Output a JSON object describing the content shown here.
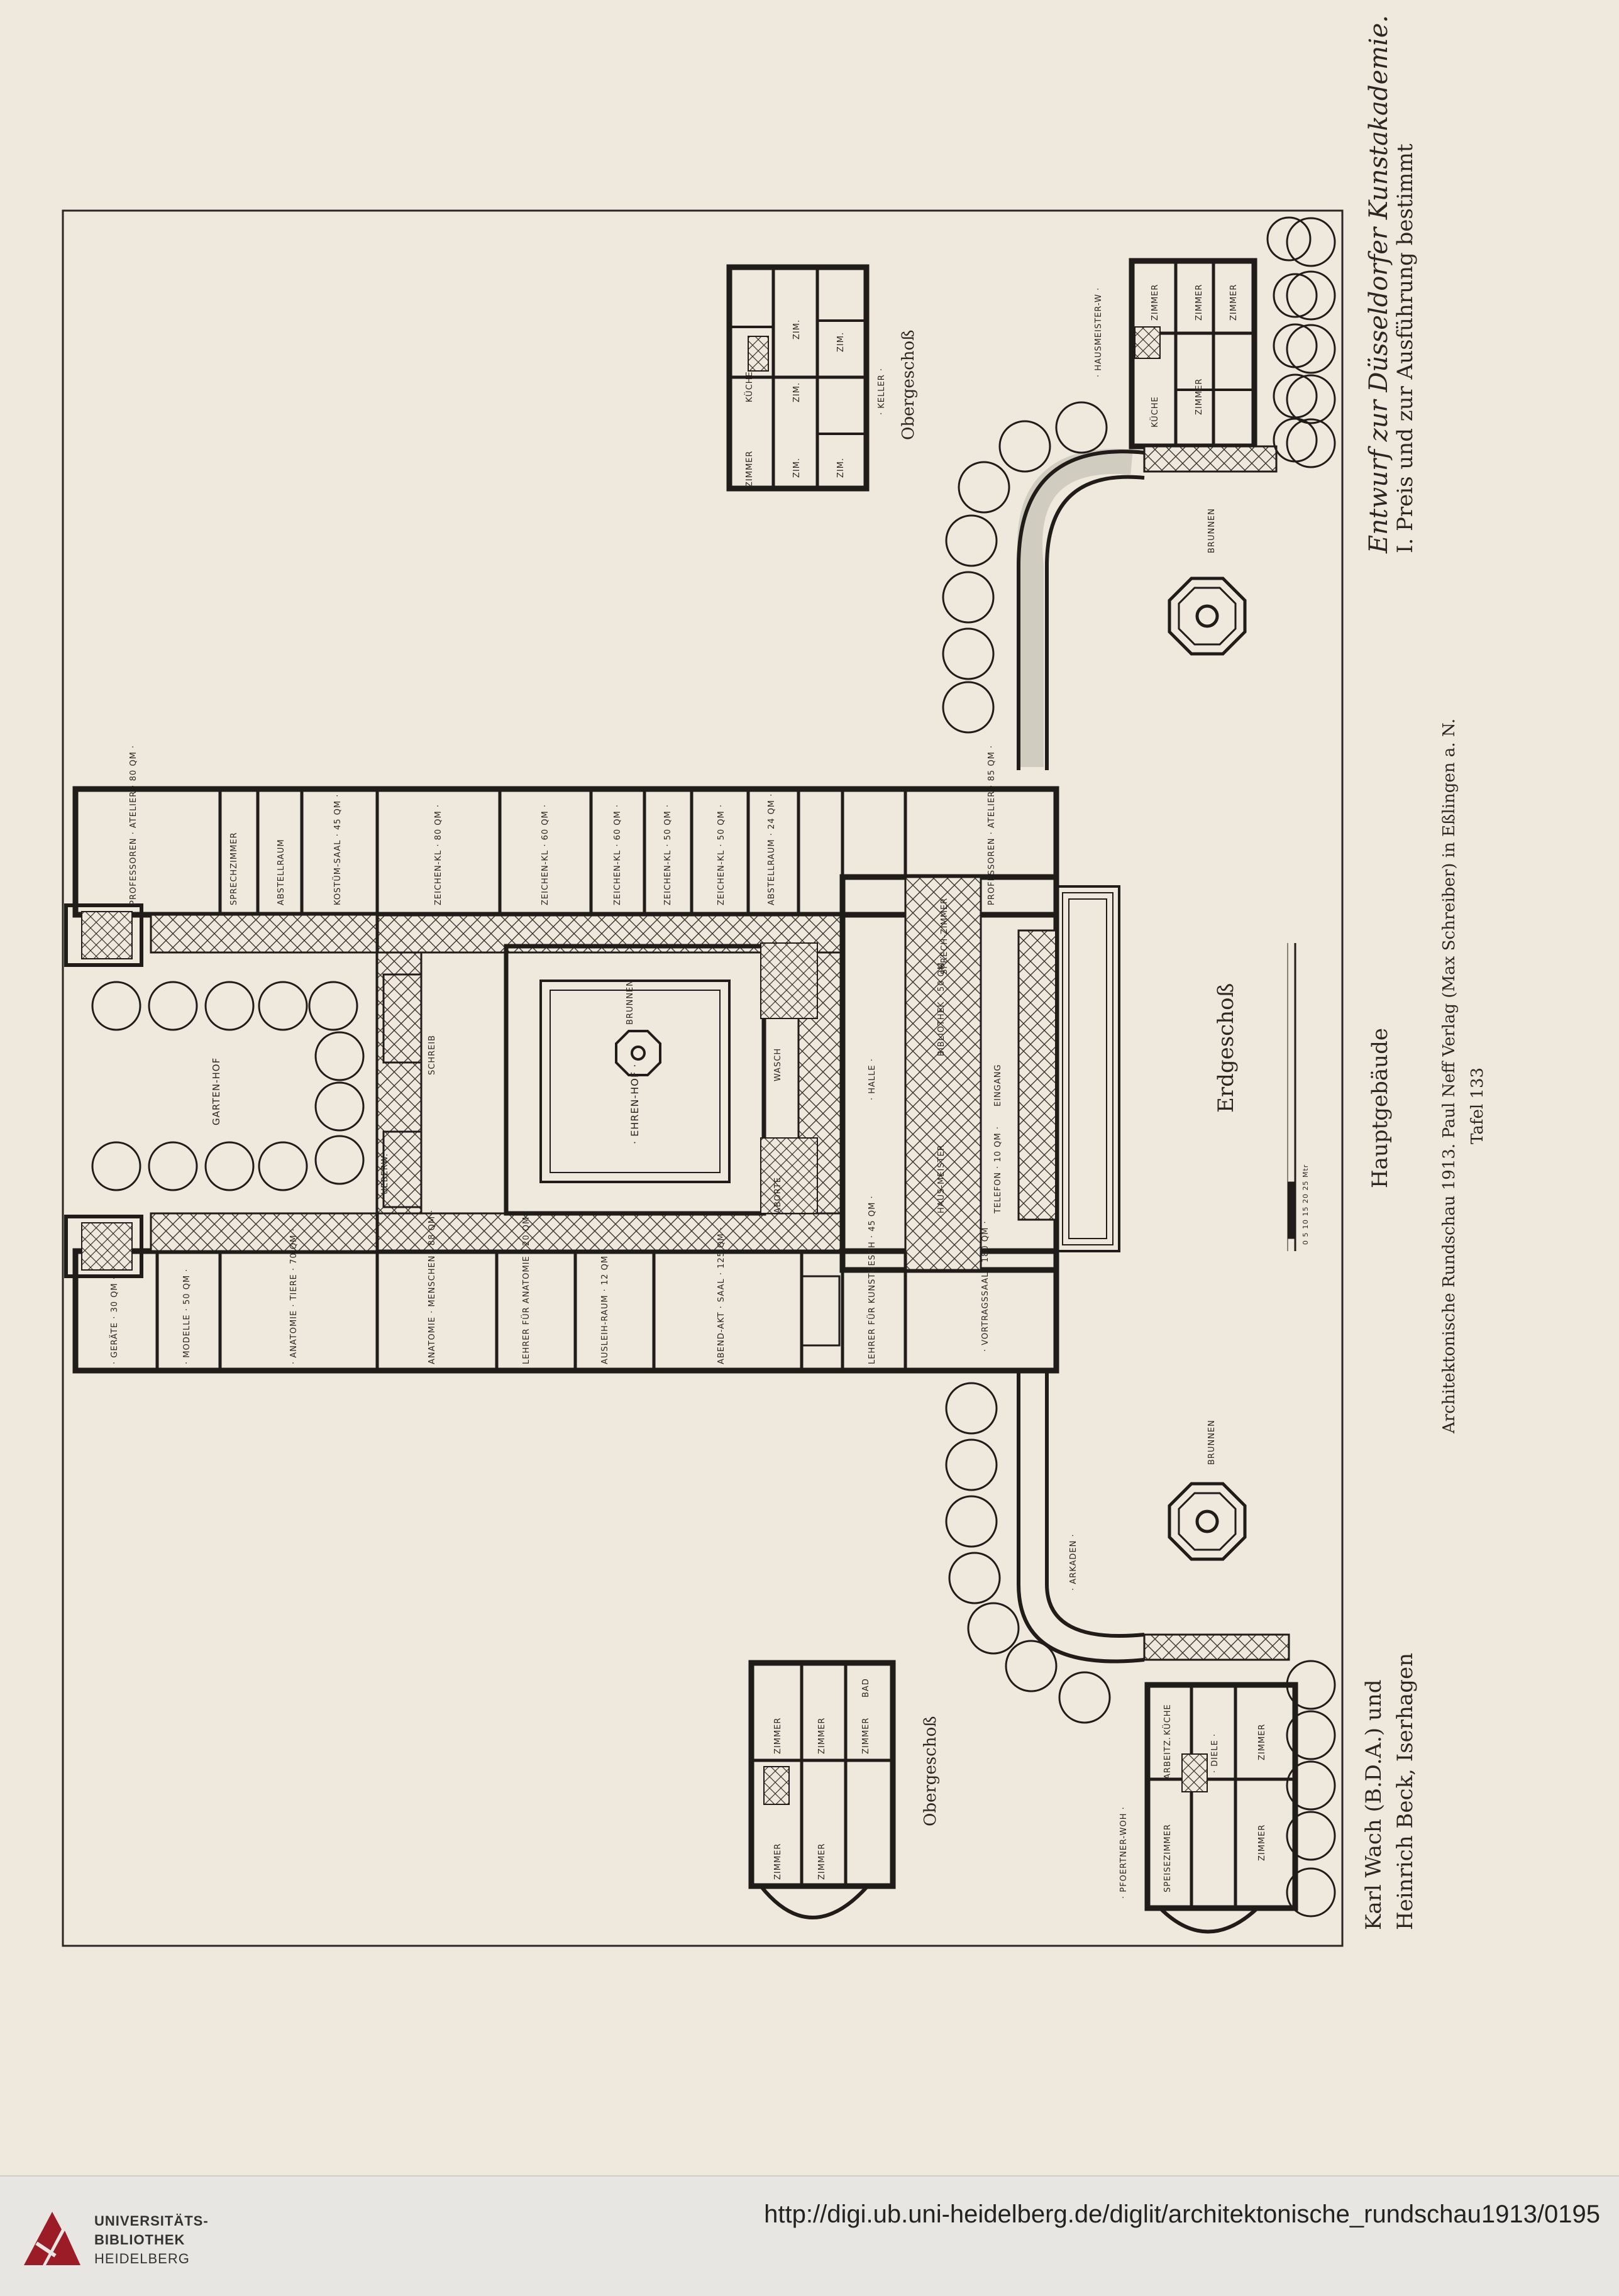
{
  "plate": {
    "title_line1": "Entwurf zur Düsseldorfer Kunstakademie.",
    "title_line2": "I. Preis und zur Ausführung bestimmt",
    "authors_line1": "Karl Wach (B.D.A.) und",
    "authors_line2": "Heinrich Beck, Iserhagen",
    "building_caption": "Hauptgebäude",
    "publication": "Architektonische Rundschau 1913.   Paul Neff Verlag (Max Schreiber) in Eßlingen a. N.",
    "plate_number": "Tafel 133"
  },
  "plan": {
    "ground_floor_label": "Erdgeschoß",
    "upper_floor_label_top": "Obergeschoß",
    "upper_floor_label_bottom": "Obergeschoß",
    "scale_label": "0     5     10     15     20     25 Mtr",
    "rooms": {
      "ehrenhof": "· EHREN-HOF ·",
      "brunnen_center": "BRUNNEN",
      "gartenhof": "GARTEN-HOF",
      "halle": "· HALLE ·",
      "eingang": "EINGANG",
      "vortragssaal": "· VORTRAGSSAAL · 180 QM ·",
      "brunnen_top": "BRUNNEN",
      "brunnen_bottom": "BRUNNEN",
      "arkaden": "· ARKADEN ·",
      "hausmeister": "· HAUSMEISTER-W ·",
      "pfoertner": "· PFOERTNER-WOH ·",
      "professoren_atelier_1": "PROFESSOREN · ATELIER · 80 QM ·",
      "sprechzimmer": "SPRECHZIMMER",
      "abstellraum": "ABSTELLRAUM",
      "kostuem_saal": "KOSTÜM-SAAL · 45 QM ·",
      "zeichen_kl_1": "ZEICHEN-KL · 80 QM ·",
      "zeichen_kl_2": "ZEICHEN-KL · 60 QM ·",
      "zeichen_kl_3": "ZEICHEN-KL · 60 QM ·",
      "zeichen_kl_4": "ZEICHEN-KL · 50 QM ·",
      "zeichen_kl_5": "ZEICHEN-KL · 50 QM ·",
      "abstellraum_2": "ABSTELLRAUM · 24 QM ·",
      "professoren_atelier_2": "PROFESSOREN · ATELIER · 85 QM ·",
      "sprechzimmer_2": "SPRECH-ZIMMER",
      "bibliothek": "BIBLIOTHEK · 50 QM ·",
      "geraete": "· GERÄTE · 30 QM ·",
      "modelle": "· MODELLE · 50 QM ·",
      "anatomie_tiere": "· ANATOMIE · TIERE · 70 QM ·",
      "anatomie_menschen": "ANATOMIE · MENSCHEN · 88 QM ·",
      "lehrer_anatomie": "LEHRER FÜR ANATOMIE · 20 QM ·",
      "ausleih_raum": "AUSLEIH-RAUM · 12 QM ·",
      "abend_akt_saal": "ABEND-AKT · SAAL · 125 QM ·",
      "lehrer_kunstgesch": "LEHRER FÜR KUNSTGESCH · 45 QM ·",
      "hausmeister_2": "HAUS-MEISTER",
      "telefon": "TELEFON · 10 QM ·",
      "ueberw": "UEBERW.",
      "schreib": "SCHREIB",
      "wasch": "WASCH",
      "aborte": "ABORTE"
    },
    "upper_top": {
      "r1": "ZIMMER",
      "r2": "KÜCHE",
      "r3": "ZIM.",
      "r4": "ZIM.",
      "r5": "ZIM.",
      "r6": "ZIM.",
      "r7": "ZIM.",
      "r8": "· KELLER ·"
    },
    "upper_bottom": {
      "r1": "ZIMMER",
      "r2": "ZIMMER",
      "r3": "ZIMMER",
      "r4": "ZIMMER",
      "r5": "ZIMMER",
      "r6": "BAD"
    },
    "ground_top_house": {
      "r1": "ZIMMER",
      "r2": "ZIMMER",
      "r3": "ZIMMER",
      "r4": "KÜCHE",
      "r5": "ZIMMER"
    },
    "ground_bottom_house": {
      "r1": "SPEISEZIMMER",
      "r2": "ARBEITZ.",
      "r3": "KÜCHE",
      "r4": "· DIELE ·",
      "r5": "ZIMMER",
      "r6": "ZIMMER"
    }
  },
  "footer": {
    "logo_line1": "UNIVERSITÄTS-",
    "logo_line2": "BIBLIOTHEK",
    "logo_line3": "HEIDELBERG",
    "url": "http://digi.ub.uni-heidelberg.de/diglit/architektonische_rundschau1913/0195"
  }
}
